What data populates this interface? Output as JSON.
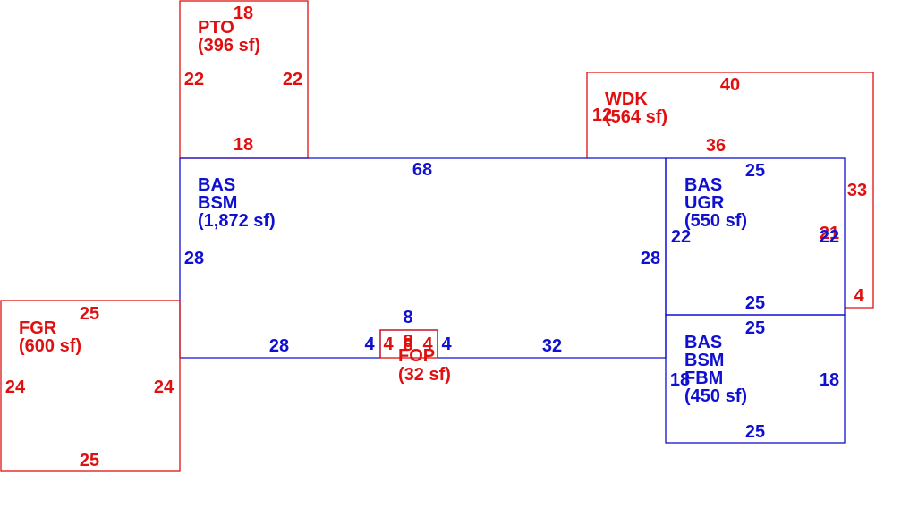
{
  "colors": {
    "red": "#e01010",
    "blue": "#1010d0",
    "background": "#ffffff"
  },
  "areas": {
    "pto": {
      "code": "PTO",
      "area": "(396 sf)",
      "dims": {
        "top": "18",
        "bottom": "18",
        "left": "22",
        "right": "22"
      }
    },
    "wdk": {
      "code": "WDK",
      "area": "(564 sf)",
      "dims": {
        "top": "40",
        "bottom": "36",
        "left": "12",
        "right": "33",
        "right_lower": "4",
        "inner": "21"
      }
    },
    "bas_main": {
      "code1": "BAS",
      "code2": "BSM",
      "area": "(1,872 sf)",
      "dims": {
        "top": "68",
        "left": "28",
        "right": "28",
        "bottom_left": "28",
        "bottom_right": "32",
        "step_left": "4",
        "step_right": "4",
        "step_top": "8"
      }
    },
    "fop": {
      "code": "FOP",
      "area": "(32 sf)",
      "dims": {
        "left": "4",
        "mid_a": "8",
        "mid_b": "8",
        "right": "4"
      }
    },
    "bas_ugr": {
      "code1": "BAS",
      "code2": "UGR",
      "area": "(550 sf)",
      "dims": {
        "top": "25",
        "bottom": "25",
        "left": "22",
        "right": "22"
      }
    },
    "bas_fbm": {
      "code1": "BAS",
      "code2": "BSM",
      "code3": "FBM",
      "area": "(450 sf)",
      "dims": {
        "top": "25",
        "bottom": "25",
        "left": "18",
        "right": "18"
      }
    },
    "fgr": {
      "code": "FGR",
      "area": "(600 sf)",
      "dims": {
        "top": "25",
        "bottom": "25",
        "left": "24",
        "right": "24"
      }
    }
  }
}
